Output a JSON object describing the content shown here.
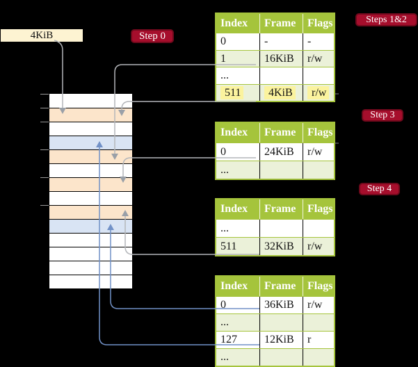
{
  "colors": {
    "header_green": "#a5c43c",
    "row_light_green": "#ebf1d9",
    "frame_orange": "#fce5cb",
    "frame_blue": "#d9e4f4",
    "highlight_yellow": "#fbf39e",
    "label_cream": "#fdf3d2",
    "badge_red": "#a60e2c",
    "badge_border": "#70091c",
    "arrow_gray": "#b4b6ba",
    "arrow_head_gray": "#9aa0a8",
    "arrow_blue": "#7191c7",
    "tick_gray": "#9a9a9a"
  },
  "page_size_label": "4KiB",
  "badges": [
    {
      "label": "Step 0"
    },
    {
      "label": "Steps 1&2"
    },
    {
      "label": "Step 3"
    },
    {
      "label": "Step 4"
    }
  ],
  "memory": {
    "description": "physical memory divided into 4KiB frames",
    "rows": [
      "white",
      "orange",
      "white",
      "blue",
      "orange",
      "white",
      "orange",
      "white",
      "orange",
      "blue",
      "white",
      "white",
      "white",
      "white"
    ]
  },
  "tables": [
    {
      "name": "page-directory",
      "columns": [
        "Index",
        "Frame",
        "Flags"
      ],
      "rows": [
        {
          "cells": [
            "0",
            "-",
            "-"
          ],
          "shaded": false,
          "highlight": false
        },
        {
          "cells": [
            "1",
            "16KiB",
            "r/w"
          ],
          "shaded": true,
          "highlight": false
        },
        {
          "cells": [
            "...",
            "",
            ""
          ],
          "shaded": false,
          "highlight": false
        },
        {
          "cells": [
            "511",
            "4KiB",
            "r/w"
          ],
          "shaded": true,
          "highlight": true
        }
      ]
    },
    {
      "name": "page-table-a",
      "columns": [
        "Index",
        "Frame",
        "Flags"
      ],
      "rows": [
        {
          "cells": [
            "0",
            "24KiB",
            "r/w"
          ],
          "shaded": false,
          "highlight": false
        },
        {
          "cells": [
            "...",
            "",
            ""
          ],
          "shaded": true,
          "highlight": false
        }
      ]
    },
    {
      "name": "page-table-b",
      "columns": [
        "Index",
        "Frame",
        "Flags"
      ],
      "rows": [
        {
          "cells": [
            "...",
            "",
            ""
          ],
          "shaded": false,
          "highlight": false
        },
        {
          "cells": [
            "511",
            "32KiB",
            "r/w"
          ],
          "shaded": true,
          "highlight": false
        }
      ]
    },
    {
      "name": "page-table-c",
      "columns": [
        "Index",
        "Frame",
        "Flags"
      ],
      "rows": [
        {
          "cells": [
            "0",
            "36KiB",
            "r/w"
          ],
          "shaded": false,
          "highlight": false
        },
        {
          "cells": [
            "...",
            "",
            ""
          ],
          "shaded": true,
          "highlight": false
        },
        {
          "cells": [
            "127",
            "12KiB",
            "r"
          ],
          "shaded": false,
          "highlight": false
        },
        {
          "cells": [
            "...",
            "",
            ""
          ],
          "shaded": true,
          "highlight": false
        }
      ]
    }
  ],
  "arrows": [
    {
      "name": "label-4kib-to-frame-4kib",
      "color": "gray"
    },
    {
      "name": "pd-entry-1-to-frame-16kib",
      "color": "gray"
    },
    {
      "name": "pd-entry-511-to-frame-4kib",
      "color": "gray"
    },
    {
      "name": "pt-entry-0-to-frame-24kib",
      "color": "gray"
    },
    {
      "name": "pt-entry-511-to-frame-32kib",
      "color": "gray"
    },
    {
      "name": "pt-entry-0-to-frame-36kib",
      "color": "blue"
    },
    {
      "name": "pt-entry-127-to-frame-12kib",
      "color": "blue"
    }
  ]
}
